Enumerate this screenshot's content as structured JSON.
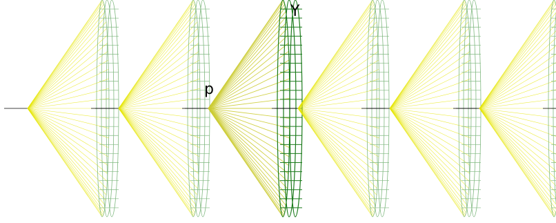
{
  "labels": {
    "point": "p",
    "cone": "Y"
  },
  "palette": {
    "yellow": "#e6e600",
    "yellow_mid": "#cccc33",
    "green_light": "#7fb87f",
    "green_dark": "#1a7a1a",
    "axis": "#000000"
  },
  "figure": {
    "cone_count": 6,
    "highlighted_index": 2,
    "generator_lines_per_cone": 34,
    "rim_rings_per_cone": 3,
    "rim_grid_ticks_per_cone": 24
  }
}
